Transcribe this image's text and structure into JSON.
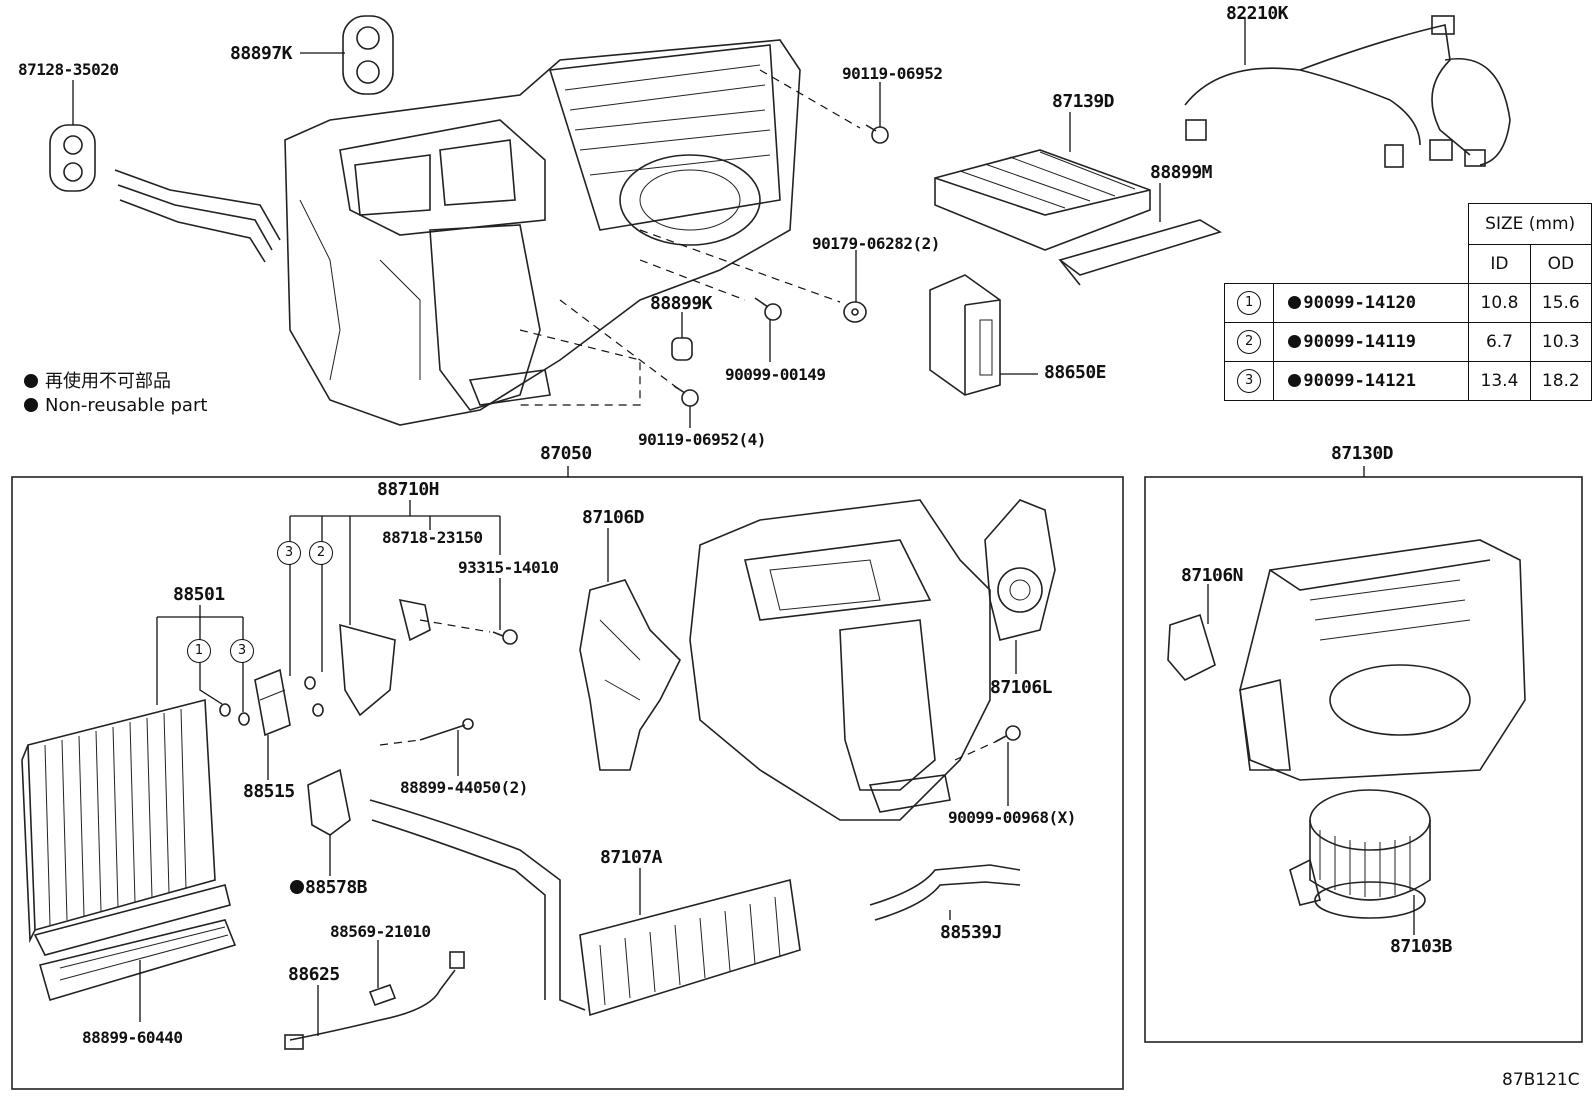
{
  "diagram_code": "87B121C",
  "legend": {
    "line1": "再使用不可部品",
    "line2": "Non-reusable part"
  },
  "size_table": {
    "header": "SIZE (mm)",
    "col_id": "ID",
    "col_od": "OD",
    "rows": [
      {
        "ref": "1",
        "part": "90099-14120",
        "id": "10.8",
        "od": "15.6"
      },
      {
        "ref": "2",
        "part": "90099-14119",
        "id": "6.7",
        "od": "10.3"
      },
      {
        "ref": "3",
        "part": "90099-14121",
        "id": "13.4",
        "od": "18.2"
      }
    ]
  },
  "callouts": {
    "c1": "1",
    "c2": "2",
    "c3": "3"
  },
  "labels": {
    "p87128": "87128-35020",
    "p88897K": "88897K",
    "p90119a": "90119-06952",
    "p87139D": "87139D",
    "p82210K": "82210K",
    "p88899M": "88899M",
    "p90179": "90179-06282(2)",
    "p88899K": "88899K",
    "p90099_149": "90099-00149",
    "p88650E": "88650E",
    "p90119b": "90119-06952(4)",
    "p87050": "87050",
    "p87130D": "87130D",
    "p88710H": "88710H",
    "p88718": "88718-23150",
    "p93315": "93315-14010",
    "p87106D": "87106D",
    "p88501": "88501",
    "p88515": "88515",
    "p88899_44050": "88899-44050(2)",
    "p87106L": "87106L",
    "p90099_968": "90099-00968(X)",
    "p88578B": "88578B",
    "p87107A": "87107A",
    "p88539J": "88539J",
    "p88569": "88569-21010",
    "p88625": "88625",
    "p88899_60440": "88899-60440",
    "p87106N": "87106N",
    "p87103B": "87103B"
  }
}
